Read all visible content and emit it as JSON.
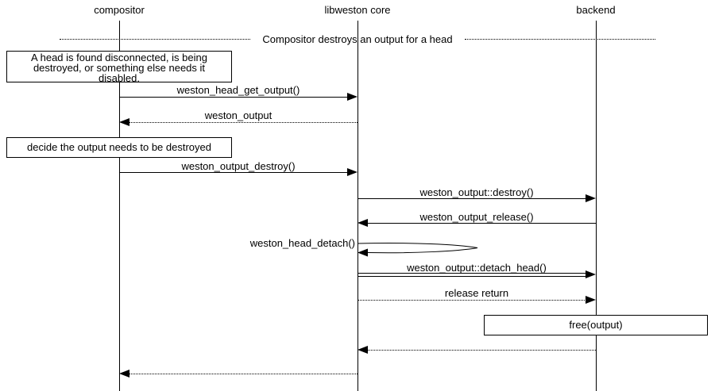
{
  "diagram": {
    "title": "Compositor destroys an output for a head",
    "participants": [
      {
        "name": "compositor"
      },
      {
        "name": "libweston core"
      },
      {
        "name": "backend"
      }
    ],
    "divider": {
      "label": "Compositor destroys an output for a head"
    },
    "notes": {
      "head_note": {
        "lines": [
          "A head is found disconnected, is being",
          "destroyed, or something else needs it",
          "disabled."
        ]
      },
      "decide_note": {
        "text": "decide the output needs to be destroyed"
      },
      "free_note": {
        "text": "free(output)"
      }
    },
    "messages": {
      "m1": {
        "label": "weston_head_get_output()",
        "from": "compositor",
        "to": "libweston core",
        "style": "solid"
      },
      "m2": {
        "label": "weston_output",
        "from": "libweston core",
        "to": "compositor",
        "style": "dotted"
      },
      "m3": {
        "label": "weston_output_destroy()",
        "from": "compositor",
        "to": "libweston core",
        "style": "solid"
      },
      "m4": {
        "label": "weston_output::destroy()",
        "from": "libweston core",
        "to": "backend",
        "style": "solid"
      },
      "m5": {
        "label": "weston_output_release()",
        "from": "backend",
        "to": "libweston core",
        "style": "solid"
      },
      "self1": {
        "label": "weston_head_detach()",
        "from": "libweston core",
        "to": "libweston core",
        "style": "self"
      },
      "m6": {
        "label": "weston_output::detach_head()",
        "from": "libweston core",
        "to": "backend",
        "style": "double"
      },
      "m7": {
        "label": "release return",
        "from": "libweston core",
        "to": "backend",
        "style": "dotted"
      },
      "m8": {
        "label": "",
        "from": "backend",
        "to": "libweston core",
        "style": "dotted"
      },
      "m9": {
        "label": "",
        "from": "libweston core",
        "to": "compositor",
        "style": "dotted"
      }
    },
    "colors": {
      "line": "#000000",
      "background": "#ffffff"
    }
  }
}
